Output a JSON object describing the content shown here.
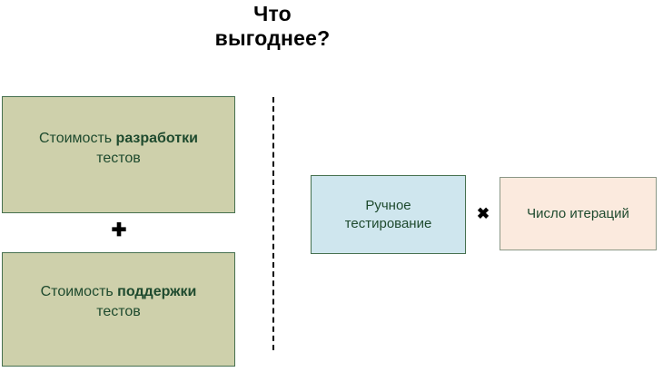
{
  "slide": {
    "title": "Что\nвыгоднее?",
    "background_color": "#ffffff"
  },
  "left_panel": {
    "boxes": [
      {
        "name": "development-cost",
        "text_prefix": "Стоимость ",
        "text_emphasis": "разработки",
        "text_suffix": "тестов",
        "fill_color": "#ced0ab",
        "border_color": "#46704f",
        "text_color": "#1e4a2e"
      },
      {
        "name": "maintenance-cost",
        "text_prefix": "Стоимость ",
        "text_emphasis": "поддержки",
        "text_suffix": "тестов",
        "fill_color": "#ced0ab",
        "border_color": "#46704f",
        "text_color": "#1e4a2e"
      }
    ],
    "operator": "✚"
  },
  "divider": {
    "style": "dashed",
    "color": "#000000"
  },
  "right_panel": {
    "boxes": [
      {
        "name": "manual-testing",
        "label": "Ручное\nтестирование",
        "fill_color": "#cfe6ee",
        "border_color": "#46704f",
        "text_color": "#1e4a2e"
      },
      {
        "name": "iteration-count",
        "label": "Число итераций",
        "fill_color": "#fbeade",
        "border_color": "#8a9786",
        "text_color": "#1e4a2e"
      }
    ],
    "operator": "✖"
  }
}
